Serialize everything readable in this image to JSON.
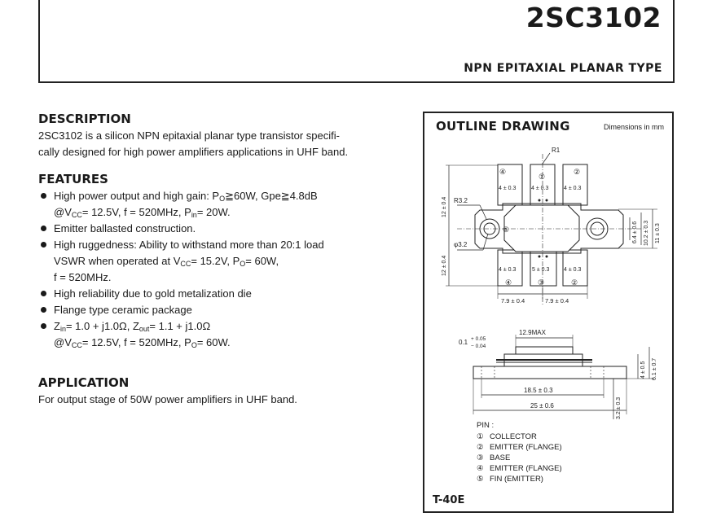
{
  "header": {
    "part_number": "2SC3102",
    "type": "NPN EPITAXIAL PLANAR TYPE"
  },
  "description": {
    "heading": "DESCRIPTION",
    "line1": "2SC3102 is a silicon NPN epitaxial planar type transistor specifi-",
    "line2": "cally designed for high power amplifiers applications in UHF band."
  },
  "features": {
    "heading": "FEATURES",
    "f1_a": "High power output and high gain: P",
    "f1_a_sub": "O",
    "f1_b": "≧60W, Gpe≧4.8dB",
    "f1_c": "@V",
    "f1_c_sub": "CC",
    "f1_d": "= 12.5V, f = 520MHz, P",
    "f1_d_sub": "in",
    "f1_e": "= 20W.",
    "f2": "Emitter ballasted construction.",
    "f3_a": "High ruggedness: Ability to withstand more than 20:1 load",
    "f3_b": "VSWR when operated at V",
    "f3_b_sub": "CC",
    "f3_c": "= 15.2V, P",
    "f3_c_sub": "O",
    "f3_d": "= 60W,",
    "f3_e": "f = 520MHz.",
    "f4": "High reliability due to gold metalization die",
    "f5": "Flange type ceramic package",
    "f6_a": "Z",
    "f6_a_sub": "in",
    "f6_b": "= 1.0 + j1.0Ω, Z",
    "f6_b_sub": "out",
    "f6_c": "= 1.1 + j1.0Ω",
    "f6_d": "@V",
    "f6_d_sub": "CC",
    "f6_e": "= 12.5V, f = 520MHz, P",
    "f6_e_sub": "O",
    "f6_f": "= 60W."
  },
  "application": {
    "heading": "APPLICATION",
    "text": "For output stage of 50W power amplifiers in UHF band."
  },
  "outline": {
    "title": "OUTLINE DRAWING",
    "dims_note": "Dimensions in mm",
    "package_code": "T-40E",
    "pin_heading": "PIN :",
    "pins": [
      {
        "num": "①",
        "name": "COLLECTOR"
      },
      {
        "num": "②",
        "name": "EMITTER (FLANGE)"
      },
      {
        "num": "③",
        "name": "BASE"
      },
      {
        "num": "④",
        "name": "EMITTER (FLANGE)"
      },
      {
        "num": "⑤",
        "name": "FIN (EMITTER)"
      }
    ],
    "labels": {
      "r1": "R1",
      "r32": "R3.2",
      "phi32": "φ3.2",
      "twelve_top": "12 ± 0.4",
      "twelve_bot": "12 ± 0.4",
      "lead_4": "4 ± 0.3",
      "lead_5": "5 ± 0.3",
      "d64": "6.4 ± 0.6",
      "d102": "10.2 ± 0.3",
      "d11": "11 ± 0.3",
      "d79": "7.9 ± 0.4",
      "p1": "①",
      "p2": "②",
      "p3": "③",
      "p4": "④",
      "p5": "⑤",
      "max129": "12.9MAX",
      "thick": "0.1",
      "tol_plus": "+ 0.05",
      "tol_minus": "− 0.04",
      "d4": "4 ± 0.5",
      "d61": "6.1 ± 0.7",
      "d185": "18.5 ± 0.3",
      "d25": "25 ± 0.6",
      "d32": "3.2 ± 0.3"
    }
  }
}
